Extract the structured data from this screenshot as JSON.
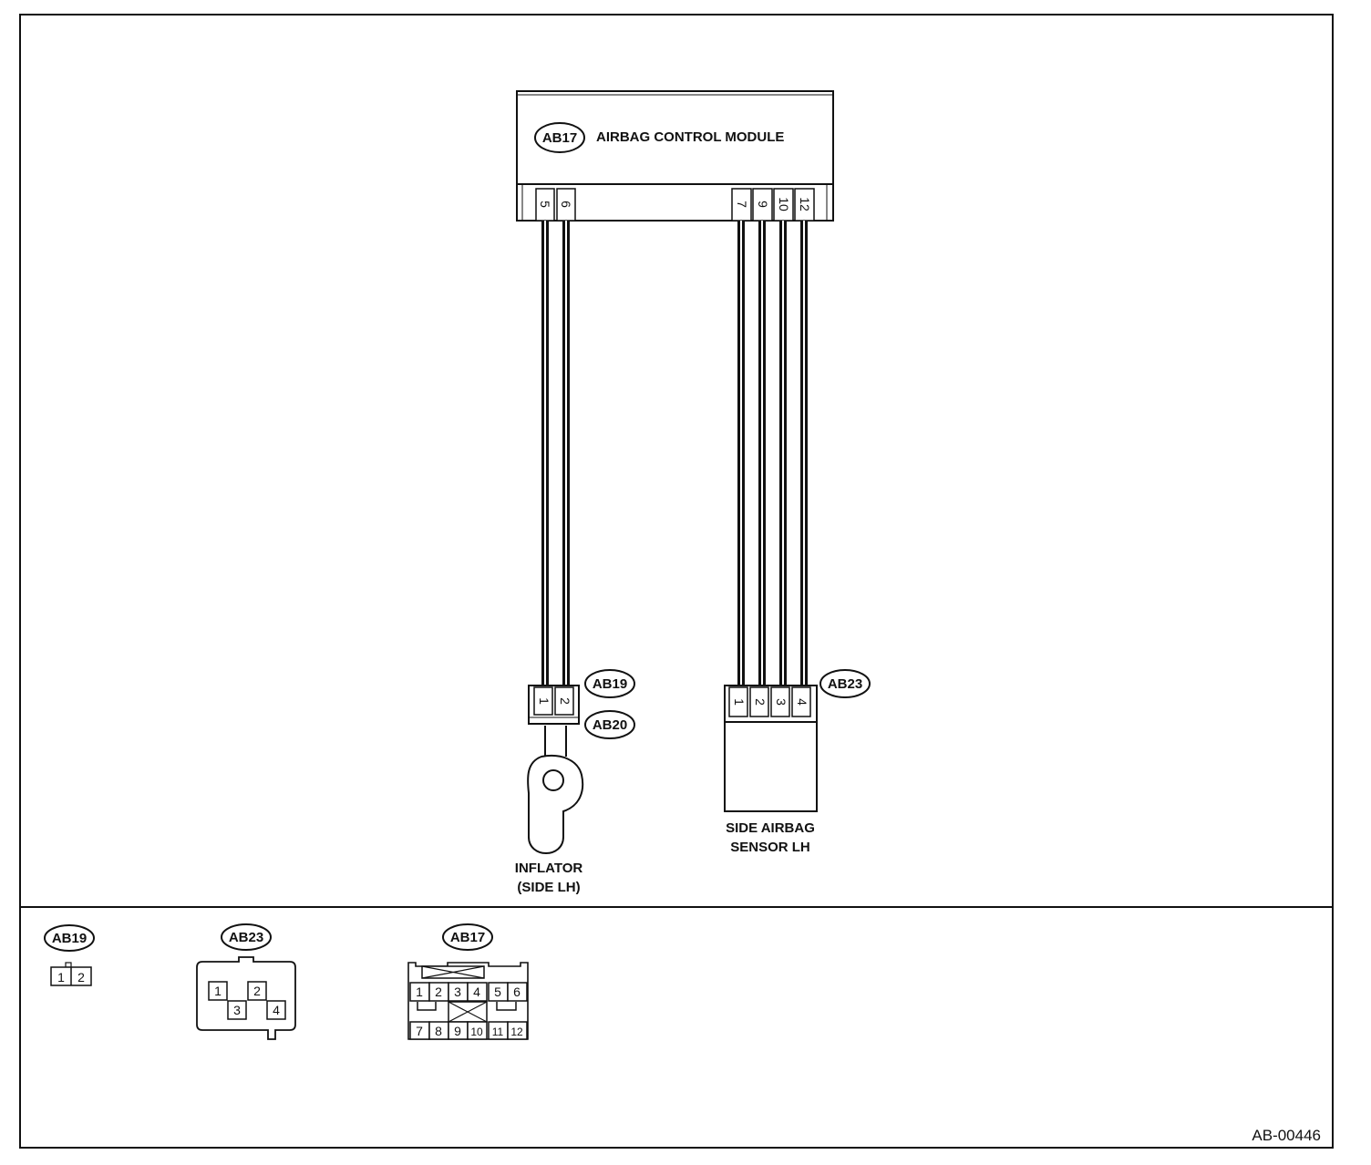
{
  "module": {
    "connector_id": "AB17",
    "title": "AIRBAG CONTROL MODULE",
    "terminals_left": [
      "5",
      "6"
    ],
    "terminals_right": [
      "7",
      "9",
      "10",
      "12"
    ]
  },
  "inflator": {
    "connector_ids": [
      "AB19",
      "AB20"
    ],
    "pins": [
      "1",
      "2"
    ],
    "label_lines": [
      "INFLATOR",
      "(SIDE LH)"
    ]
  },
  "sensor": {
    "connector_id": "AB23",
    "pins": [
      "1",
      "2",
      "3",
      "4"
    ],
    "label_lines": [
      "SIDE AIRBAG",
      "SENSOR LH"
    ]
  },
  "connector_views": {
    "ab19": {
      "id": "AB19",
      "pins": [
        "1",
        "2"
      ]
    },
    "ab23": {
      "id": "AB23",
      "pins": [
        "1",
        "2",
        "3",
        "4"
      ]
    },
    "ab17": {
      "id": "AB17",
      "row1": [
        "1",
        "2",
        "3",
        "4",
        "5",
        "6"
      ],
      "row2": [
        "7",
        "8",
        "9",
        "10",
        "11",
        "12"
      ]
    }
  },
  "figure_code": "AB-00446"
}
